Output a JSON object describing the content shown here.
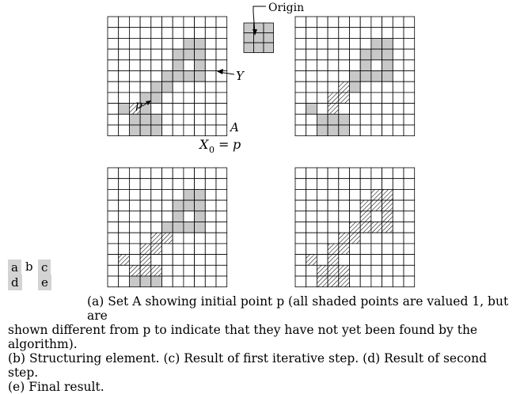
{
  "figure": {
    "labels": {
      "origin": "Origin",
      "y_marker": "Y",
      "set_a": "A",
      "point_p": "p",
      "x0": "X",
      "x0_sub": "0",
      "x0_eq": "=",
      "x0_rhs": "p"
    },
    "panel_letters": [
      "a",
      "b",
      "c",
      "d",
      "e"
    ],
    "colors": {
      "gray_fill": "#c8c8c8",
      "grid_line": "#000000",
      "hatch": "#000000"
    },
    "set_A_cells": [
      [
        2,
        7
      ],
      [
        2,
        8
      ],
      [
        3,
        6
      ],
      [
        3,
        7
      ],
      [
        3,
        8
      ],
      [
        4,
        6
      ],
      [
        4,
        8
      ],
      [
        5,
        5
      ],
      [
        5,
        6
      ],
      [
        5,
        7
      ],
      [
        5,
        8
      ],
      [
        6,
        4
      ],
      [
        6,
        5
      ],
      [
        7,
        3
      ],
      [
        7,
        4
      ],
      [
        8,
        1
      ],
      [
        8,
        3
      ],
      [
        9,
        2
      ],
      [
        9,
        3
      ],
      [
        9,
        4
      ],
      [
        10,
        2
      ],
      [
        10,
        3
      ],
      [
        10,
        4
      ]
    ],
    "start_point": [
      8,
      2
    ],
    "panels": {
      "a": {
        "hatched": [],
        "unfilled_removed": [
          [
            8,
            2
          ]
        ]
      },
      "c": {
        "hatched": [
          [
            6,
            4
          ],
          [
            7,
            3
          ],
          [
            7,
            4
          ],
          [
            8,
            3
          ]
        ]
      },
      "d": {
        "hatched": [
          [
            6,
            4
          ],
          [
            6,
            5
          ],
          [
            7,
            3
          ],
          [
            7,
            4
          ],
          [
            8,
            1
          ],
          [
            8,
            3
          ],
          [
            9,
            2
          ],
          [
            9,
            3
          ],
          [
            9,
            4
          ]
        ]
      },
      "e": {
        "hatched": "all"
      }
    }
  },
  "caption": {
    "line1": "(a) Set A showing initial point p (all shaded points are valued 1, but are",
    "line2": "shown different from p to indicate that they have not yet been found by the algorithm).",
    "line3": "(b) Structuring element. (c) Result of first iterative step. (d) Result of second step.",
    "line4": "(e) Final result."
  }
}
